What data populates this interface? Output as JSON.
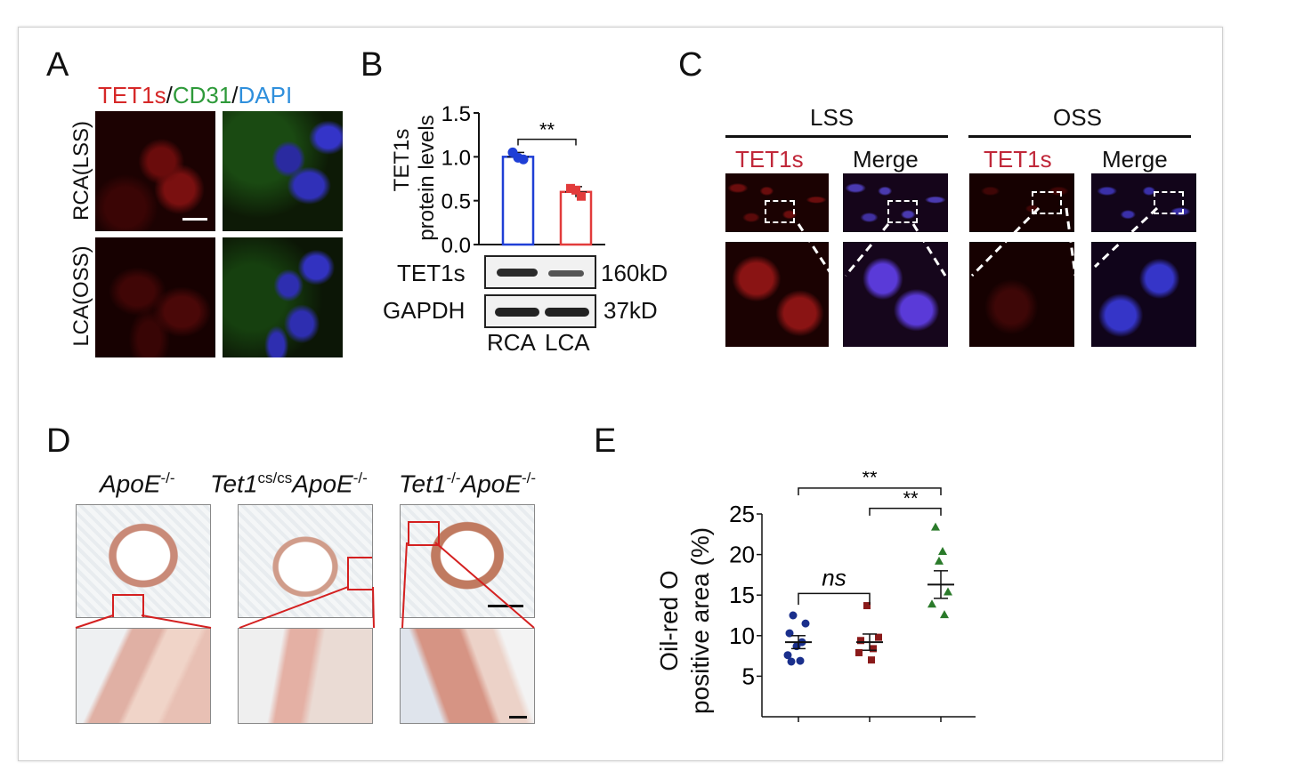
{
  "panelA": {
    "letter": "A",
    "title_parts": [
      {
        "text": "TET1s",
        "color": "#d62828"
      },
      {
        "text": "/",
        "color": "#111111"
      },
      {
        "text": "CD31",
        "color": "#2e9a3a"
      },
      {
        "text": "/",
        "color": "#111111"
      },
      {
        "text": "DAPI",
        "color": "#2f8fdc"
      }
    ],
    "row_labels": [
      "RCA(LSS)",
      "LCA(OSS)"
    ]
  },
  "panelB": {
    "letter": "B",
    "ylabel_line1": "TET1s",
    "ylabel_line2": "protein levels",
    "significance": "**",
    "blot_labels": [
      "TET1s",
      "GAPDH"
    ],
    "blot_sizes": [
      "160kD",
      "37kD"
    ],
    "lane_labels": [
      "RCA",
      "LCA"
    ]
  },
  "panelC": {
    "letter": "C",
    "groups": [
      {
        "name": "LSS",
        "columns": [
          "TET1s",
          "Merge"
        ]
      },
      {
        "name": "OSS",
        "columns": [
          "TET1s",
          "Merge"
        ]
      }
    ],
    "red_label_color": "#c0283a"
  },
  "panelD": {
    "letter": "D",
    "genotypes": [
      {
        "parts": [
          {
            "t": "ApoE",
            "sup": false
          },
          {
            "t": "-/-",
            "sup": true
          }
        ]
      },
      {
        "parts": [
          {
            "t": "Tet1",
            "sup": false
          },
          {
            "t": "cs/cs",
            "sup": true
          },
          {
            "t": "ApoE",
            "sup": false
          },
          {
            "t": "-/-",
            "sup": true
          }
        ]
      },
      {
        "parts": [
          {
            "t": "Tet1",
            "sup": false
          },
          {
            "t": "-/-",
            "sup": true
          },
          {
            "t": "ApoE",
            "sup": false
          },
          {
            "t": "-/-",
            "sup": true
          }
        ]
      }
    ]
  },
  "panelE": {
    "letter": "E",
    "ylabel_line1": "Oil-red O",
    "ylabel_line2": "positive area (%)",
    "comparisons": [
      {
        "label": "ns",
        "italic": true
      },
      {
        "label": "**",
        "italic": false
      },
      {
        "label": "**",
        "italic": false
      }
    ]
  },
  "chart_data": [
    {
      "type": "bar",
      "panel": "B",
      "categories": [
        "RCA",
        "LCA"
      ],
      "values": [
        1.0,
        0.6
      ],
      "errors": [
        0.05,
        0.06
      ],
      "points": [
        [
          1.05,
          0.97,
          0.99
        ],
        [
          0.64,
          0.55,
          0.62
        ]
      ],
      "colors": [
        "#1f3fd6",
        "#e23b3b"
      ],
      "ylabel": "TET1s protein levels",
      "yticks": [
        0.0,
        0.5,
        1.0,
        1.5
      ],
      "ylim": [
        0,
        1.5
      ]
    },
    {
      "type": "scatter",
      "panel": "E",
      "groups": [
        {
          "color": "#1a2f8c",
          "marker": "circle",
          "values": [
            12.5,
            11.5,
            10.3,
            9.2,
            8.7,
            7.6,
            6.9,
            6.8
          ],
          "mean": 9.2,
          "sem": 0.8
        },
        {
          "color": "#8a1a1a",
          "marker": "square",
          "values": [
            13.7,
            9.8,
            9.4,
            8.4,
            7.9,
            7.0
          ],
          "mean": 9.2,
          "sem": 1.0
        },
        {
          "color": "#2a7a2a",
          "marker": "triangle",
          "values": [
            23.4,
            20.4,
            19.2,
            15.4,
            13.9,
            12.6
          ],
          "mean": 16.3,
          "sem": 1.7
        }
      ],
      "ylabel": "Oil-red O positive area (%)",
      "yticks": [
        5,
        10,
        15,
        20,
        25
      ],
      "ylim": [
        0,
        25
      ]
    }
  ]
}
